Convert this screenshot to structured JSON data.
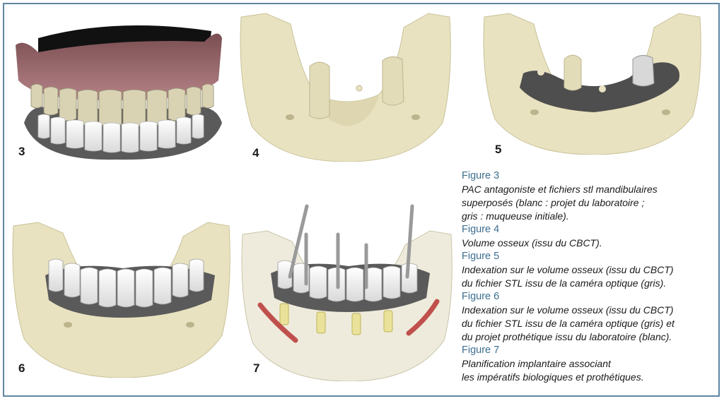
{
  "figures": [
    {
      "number": "3",
      "title": "Figure 3",
      "lines": [
        "PAC antagoniste et fichiers stl mandibulaires",
        "superposés (blanc : projet du laboratoire ;",
        "gris : muqueuse initiale)."
      ]
    },
    {
      "number": "4",
      "title": "Figure 4",
      "lines": [
        "Volume osseux (issu du CBCT)."
      ]
    },
    {
      "number": "5",
      "title": "Figure 5",
      "lines": [
        "Indexation sur le volume osseux (issu du CBCT)",
        "du fichier STL issu de la caméra optique (gris)."
      ]
    },
    {
      "number": "6",
      "title": "Figure 6",
      "lines": [
        "Indexation sur le volume osseux (issu du CBCT)",
        "du fichier STL issu de la caméra optique (gris) et",
        "du projet prothétique issu du laboratoire (blanc)."
      ]
    },
    {
      "number": "7",
      "title": "Figure 7",
      "lines": [
        "Planification implantaire associant",
        "les impératifs biologiques et prothétiques."
      ]
    }
  ],
  "colors": {
    "border": "#5e86a3",
    "caption_title": "#3d6e8f",
    "bone": "#e8e2c0",
    "gum": "#a06a6e",
    "tooth": "#f4f4f4",
    "mucosa": "#555555"
  }
}
